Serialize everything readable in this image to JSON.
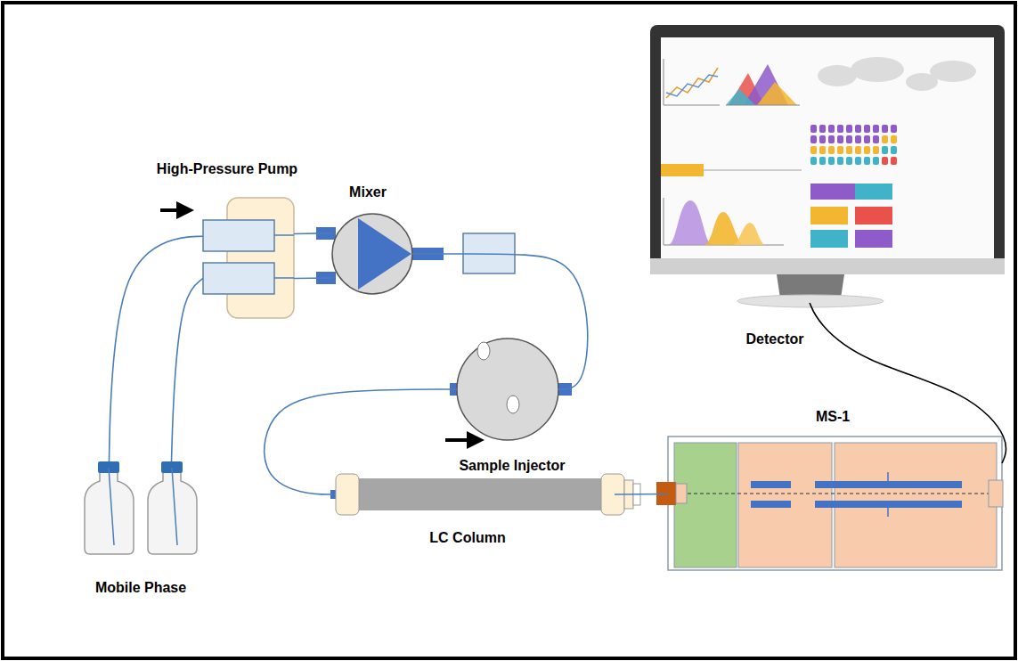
{
  "diagram": {
    "nodes": [
      {
        "text": [
          "Mobile Phase"
        ]
      },
      {
        "text": [
          "High-Pressure Pump"
        ]
      },
      {
        "text": [
          "Mixer"
        ]
      },
      {
        "text": [
          "Sample Injector"
        ]
      },
      {
        "text": [
          "LC Column"
        ]
      },
      {
        "text": [
          "MS-1"
        ]
      },
      {
        "text": [
          "Detector"
        ]
      }
    ],
    "edges": [
      {
        "from": 0,
        "to": 1,
        "arrow": "none"
      },
      {
        "from": 0,
        "to": 1,
        "arrow": "none"
      },
      {
        "from": 1,
        "to": 2,
        "arrow": "none"
      },
      {
        "from": 1,
        "to": 2,
        "arrow": "none"
      },
      {
        "from": 2,
        "to": 3,
        "arrow": "none"
      },
      {
        "from": 3,
        "to": 4,
        "arrow": "none"
      },
      {
        "from": 4,
        "to": 5,
        "arrow": "none"
      },
      {
        "from": 5,
        "to": 6,
        "arrow": "none"
      }
    ]
  }
}
